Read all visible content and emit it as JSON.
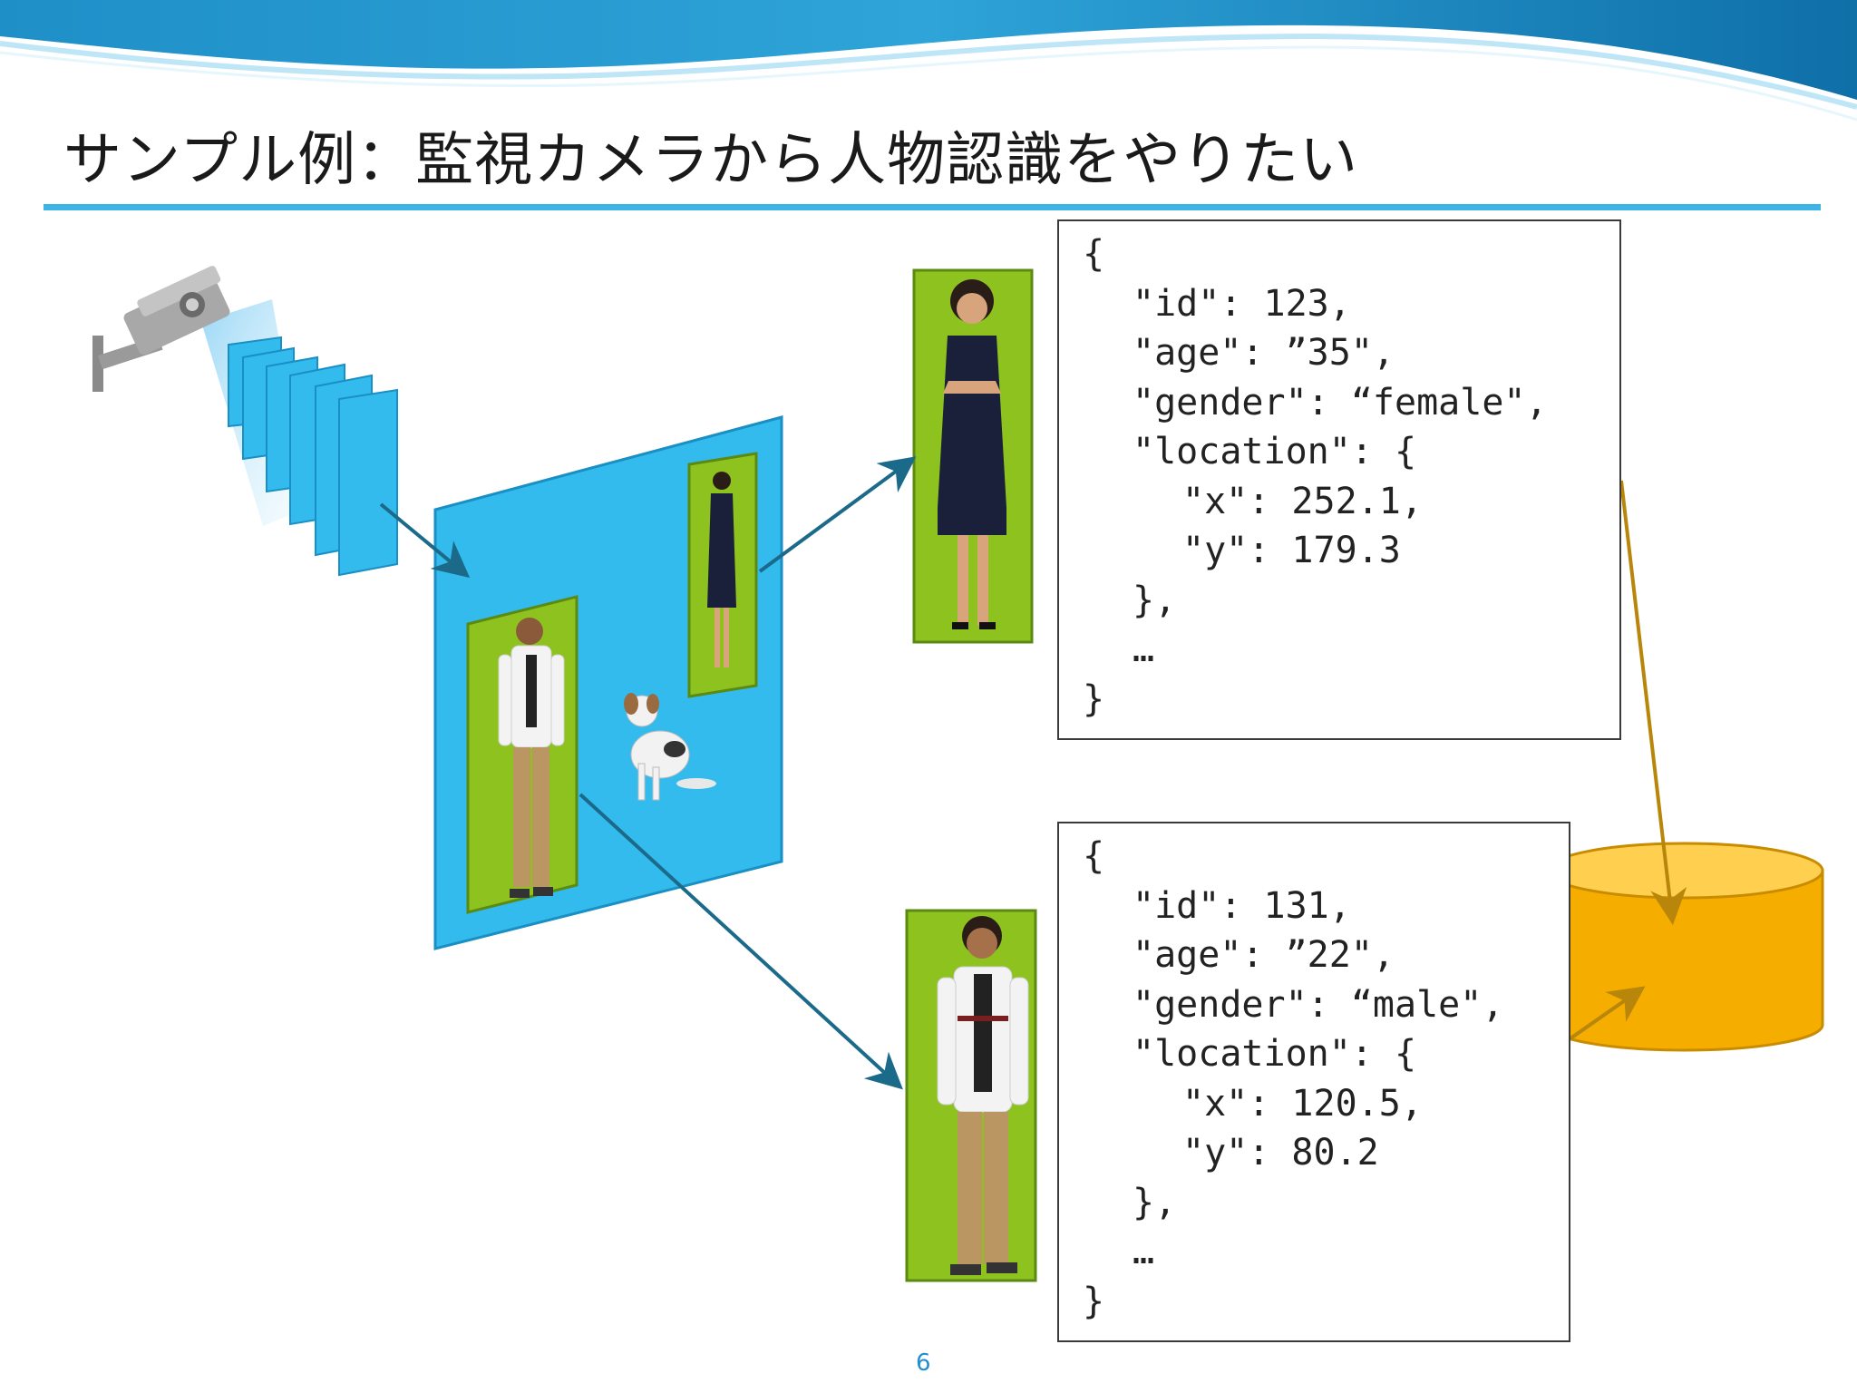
{
  "slide": {
    "title": "サンプル例：監視カメラから人物認識をやりたい",
    "page_number": "6"
  },
  "json_cards": [
    {
      "lines": [
        {
          "text": "{",
          "indent": 0
        },
        {
          "text": "\"id\": 123,",
          "indent": 1
        },
        {
          "text": "\"age\": ”35\",",
          "indent": 1
        },
        {
          "text": "\"gender\": “female\",",
          "indent": 1
        },
        {
          "text": "\"location\": {",
          "indent": 1
        },
        {
          "text": "\"x\": 252.1,",
          "indent": 2
        },
        {
          "text": "\"y\": 179.3",
          "indent": 2
        },
        {
          "text": "},",
          "indent": 1
        },
        {
          "text": "…",
          "indent": 1
        },
        {
          "text": "}",
          "indent": 0
        }
      ]
    },
    {
      "lines": [
        {
          "text": "{",
          "indent": 0
        },
        {
          "text": "\"id\": 131,",
          "indent": 1
        },
        {
          "text": "\"age\": ”22\",",
          "indent": 1
        },
        {
          "text": "\"gender\": “male\",",
          "indent": 1
        },
        {
          "text": "\"location\": {",
          "indent": 1
        },
        {
          "text": "\"x\": 120.5,",
          "indent": 2
        },
        {
          "text": "\"y\": 80.2",
          "indent": 2
        },
        {
          "text": "},",
          "indent": 1
        },
        {
          "text": "…",
          "indent": 1
        },
        {
          "text": "}",
          "indent": 0
        }
      ]
    }
  ],
  "colors": {
    "title_rule": "#3cb4e6",
    "frame": "#33bbee",
    "frame_edge": "#1a8fc4",
    "person_box": "#8dc21f",
    "person_box_edge": "#5a8a12",
    "flow_arrow": "#1b6a8a",
    "db_fill": "#f5ad00",
    "db_top": "#ffd04f",
    "db_edge": "#c98b00",
    "db_arrow": "#b8860b",
    "page_number": "#1f8fd0"
  },
  "icons": {
    "camera": "security-camera-icon",
    "database": "database-cylinder-icon",
    "dog": "dog-icon",
    "woman": "woman-figure-icon",
    "man": "man-figure-icon"
  }
}
